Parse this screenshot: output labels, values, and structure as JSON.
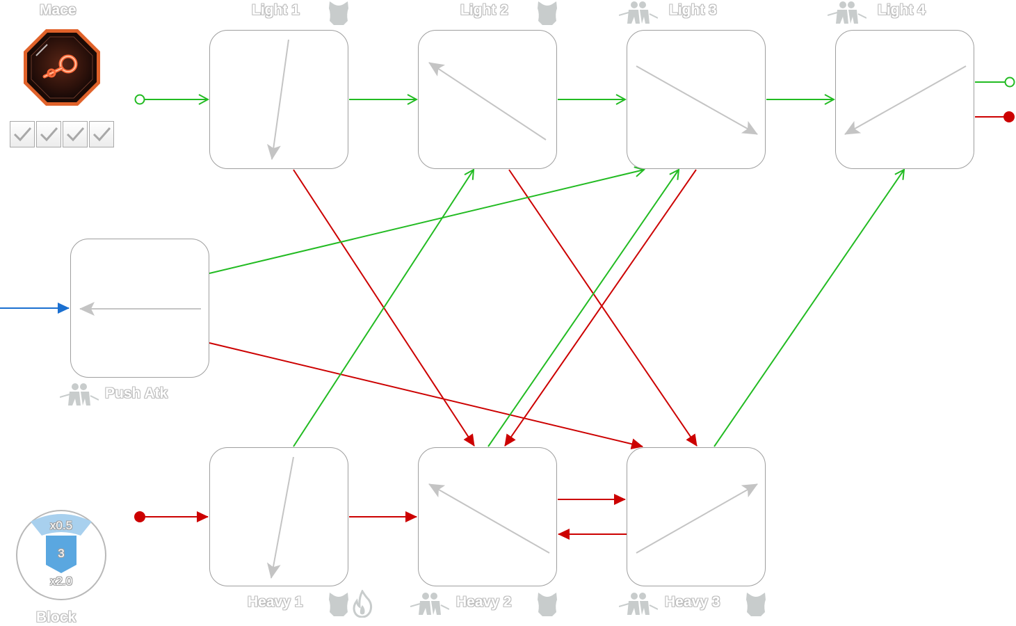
{
  "weapon": {
    "name": "Mace",
    "icon": "mace-weapon-icon",
    "checks": 4
  },
  "nodes": {
    "light1": {
      "label": "Light 1",
      "icons": [
        "armor-icon"
      ]
    },
    "light2": {
      "label": "Light 2",
      "icons": [
        "armor-icon"
      ]
    },
    "light3": {
      "label": "Light 3",
      "icons": [
        "push-icon"
      ]
    },
    "light4": {
      "label": "Light 4",
      "icons": [
        "push-icon"
      ]
    },
    "push": {
      "label": "Push Atk",
      "icons": [
        "push-icon"
      ]
    },
    "heavy1": {
      "label": "Heavy 1",
      "icons": [
        "armor-icon",
        "fire-icon"
      ]
    },
    "heavy2": {
      "label": "Heavy 2",
      "icons": [
        "push-icon",
        "armor-icon"
      ]
    },
    "heavy3": {
      "label": "Heavy 3",
      "icons": [
        "push-icon",
        "armor-icon"
      ]
    }
  },
  "block": {
    "label": "Block",
    "top_value": "x0.5",
    "count": "3",
    "bottom_value": "x2.0"
  },
  "colors": {
    "light_link": "#22bb22",
    "heavy_link": "#cc0000",
    "block_link": "#1a6fd0",
    "direction_arrow": "#c4c4c4",
    "node_border": "#9e9e9e",
    "icon_gray": "#c8cccc",
    "shield_blue": "#5aa7e0"
  }
}
